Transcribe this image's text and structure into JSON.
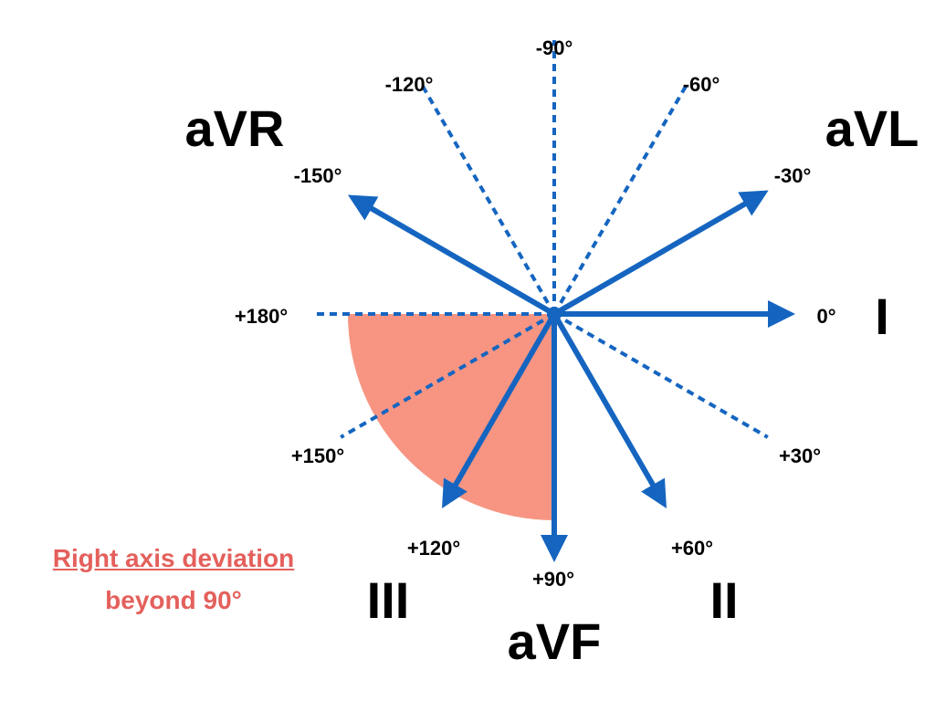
{
  "colors": {
    "axis_blue": "#1565C0",
    "dashed_blue": "#1565C0",
    "sector_fill": "#F79582",
    "caption_red": "#E4605C",
    "text": "#000000"
  },
  "sector": {
    "from_deg": 90,
    "to_deg": 180
  },
  "lead_axes": [
    {
      "angle_deg": 0,
      "style": "solid-arrow"
    },
    {
      "angle_deg": -30,
      "style": "solid-arrow"
    },
    {
      "angle_deg": -150,
      "style": "solid-arrow"
    },
    {
      "angle_deg": 60,
      "style": "solid-arrow"
    },
    {
      "angle_deg": 90,
      "style": "solid-arrow"
    },
    {
      "angle_deg": 120,
      "style": "solid-arrow"
    }
  ],
  "dashed_axes": [
    {
      "angle_deg": -90
    },
    {
      "angle_deg": -120
    },
    {
      "angle_deg": -60
    },
    {
      "angle_deg": 180
    },
    {
      "angle_deg": 30
    },
    {
      "angle_deg": 150
    }
  ],
  "angle_labels": {
    "m90": "-90°",
    "m120": "-120°",
    "m60": "-60°",
    "m150": "-150°",
    "m30": "-30°",
    "p180": "+180°",
    "zero": "0°",
    "p150": "+150°",
    "p30": "+30°",
    "p120": "+120°",
    "p60": "+60°",
    "p90": "+90°"
  },
  "lead_labels": {
    "aVR": "aVR",
    "aVL": "aVL",
    "I": "I",
    "III": "III",
    "II": "II",
    "aVF": "aVF"
  },
  "caption": {
    "line1": "Right axis deviation",
    "line2": "beyond 90°"
  }
}
